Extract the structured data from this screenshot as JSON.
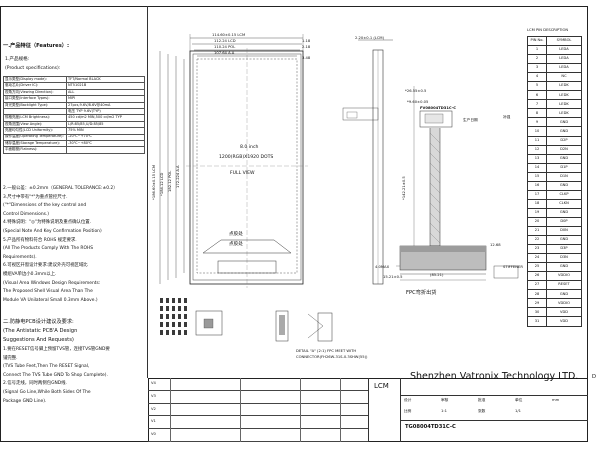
{
  "left": {
    "features_title": "一.产品特征（Features）:",
    "spec_heading_cn": "1.产品规格:",
    "spec_heading_en": "(Product specifications):",
    "spec_rows": [
      {
        "k": "显示类型(Display mode):",
        "v": "TFT/Normal BLACK"
      },
      {
        "k": "驱动芯片(Driver IC):",
        "v": "NT51021B"
      },
      {
        "k": "视角方向(Viewing Direction):",
        "v": "ALL"
      },
      {
        "k": "接口类型(Interface Types):",
        "v": "MIPI"
      },
      {
        "k": "背光类型(Backlight Type):",
        "v": "27pcs,9.6V/8.6V@40mA"
      },
      {
        "k": "",
        "v": "电压 TYP 9.6V(TYP)"
      },
      {
        "k": "规格亮度(LCM Brightness):",
        "v": "450 cd/m2 MIN,500 cd/m2 TYP"
      },
      {
        "k": "视角范围(View Angle):",
        "v": "L/R:85/85,U/D:85/85"
      },
      {
        "k": "亮度均匀性(LCD Uniformity):",
        "v": "75% MIN"
      },
      {
        "k": "操作温度(Operating Temperature):",
        "v": "-20℃~+70℃"
      },
      {
        "k": "储存温度(Storage Temperature):",
        "v": "-30℃~+80℃"
      },
      {
        "k": "平面粗糙(Flatness):",
        "v": ""
      }
    ],
    "notes": [
      "2.一般公差：±0.2mm（GENERAL TOLERANCE:±0.2）",
      "3.尺寸中带有\"*\"为重点管控尺寸.",
      "(\"*\"Dimensions of the key control and",
      "Control Dimensions.)",
      "4.特殊说明：\"◎\"为特殊说明及重点确认位置.",
      "(Special Note And Key Confirmation Position)",
      "5.产品所有物料符合 ROHS 规定要求.",
      "(All The Products Comply With The ROHS",
      "Requirements).",
      "6.可视区开窗设计要求:建议外壳可视区域比",
      "模组VA单边小0.3mm以上.",
      "(Visual Area Windows Design Requirements:",
      "The Proposed Shell Visual Area Than The",
      "Module VA Unilateral Small 0.3mm Above.)"
    ],
    "antistatic_title_cn": "二.防静电PCB设计建议及要求:",
    "antistatic_title_en": "(The Antistatic PCB'A Design",
    "antistatic_title_en2": "Suggestions And Requests)",
    "antistatic_notes": [
      "1.要在RESET信号脚上预留TVS管，连接TVS管GND要",
      "铺完整.",
      "(TVS Tube Feet,Then The RESET Signal,",
      "Connect The TVS Tube GND To Shop Complete).",
      "2.信号走线，同时两侧包GND线.",
      "(Signal Go Line,While Both Sides Of The",
      "Package GND Line)."
    ]
  },
  "drawing": {
    "dims_top": [
      "114.60±0.15 LCM",
      "112.24 LCD",
      "110.24 POL",
      "107.64 A.A"
    ],
    "dims_right_small": [
      "1.18",
      "2.18",
      "3.48"
    ],
    "dims_left": [
      "*186.60±0.15 LCM",
      "*184.12 LCD",
      "182.12 POL",
      "172.224 A.A"
    ],
    "center_text": [
      "8.0 inch",
      "1200(RGB)X1920 DOTS",
      "FULL VIEW"
    ],
    "thickness": "2.20±0.1 (LCM)",
    "fpc_dims": [
      "*26.55±0.5",
      "*9.60±0.05",
      "*142.21±0.5",
      "12.68",
      "4.0MAX",
      "15.21±0.5",
      "(85.21)"
    ],
    "fpc_code": "FV08004TD31C-C",
    "fpc_label_cn": "FPC弯折出货",
    "date_label": "生产日期",
    "stiff_label": "补强",
    "marking_labels": [
      "点胶处",
      "点胶处"
    ],
    "detail_text": [
      "DETAIL \"A\" (2:1) FPC MEET WITH",
      "CONNECTOR(FH26W-31S-0.3SHW(55))"
    ],
    "small_note": "STIFFENER"
  },
  "pin_table": {
    "title": "LCM PIN DESCRIPTION",
    "col_no": "PIN No.",
    "col_sym": "SYMBOL",
    "pins": [
      [
        "1",
        "LEDA"
      ],
      [
        "2",
        "LEDA"
      ],
      [
        "3",
        "LEDA"
      ],
      [
        "4",
        "NC"
      ],
      [
        "5",
        "LEDK"
      ],
      [
        "6",
        "LEDK"
      ],
      [
        "7",
        "LEDK"
      ],
      [
        "8",
        "LEDK"
      ],
      [
        "9",
        "GND"
      ],
      [
        "10",
        "GND"
      ],
      [
        "11",
        "D2P"
      ],
      [
        "12",
        "D2N"
      ],
      [
        "13",
        "GND"
      ],
      [
        "14",
        "D1P"
      ],
      [
        "15",
        "D1N"
      ],
      [
        "16",
        "GND"
      ],
      [
        "17",
        "CLKP"
      ],
      [
        "18",
        "CLKN"
      ],
      [
        "19",
        "GND"
      ],
      [
        "20",
        "D0P"
      ],
      [
        "21",
        "D0N"
      ],
      [
        "22",
        "GND"
      ],
      [
        "23",
        "D3P"
      ],
      [
        "24",
        "D3N"
      ],
      [
        "25",
        "GND"
      ],
      [
        "26",
        "VDDIO"
      ],
      [
        "27",
        "RESET"
      ],
      [
        "28",
        "GND"
      ],
      [
        "29",
        "VDDIO"
      ],
      [
        "30",
        "VDD"
      ],
      [
        "31",
        "VDD"
      ]
    ]
  },
  "title_block": {
    "versions": [
      "V4",
      "V3",
      "V2",
      "V1",
      "V0"
    ],
    "lcm_label": "LCM",
    "company": "Shenzhen Vatronix Technology LTD.",
    "part_number": "TG08004TD31C-C",
    "cells": [
      "设计",
      "审核",
      "批准",
      "单位",
      "mm",
      "比例",
      "1:1",
      "张数",
      "1/1"
    ],
    "side_letter": "D"
  }
}
